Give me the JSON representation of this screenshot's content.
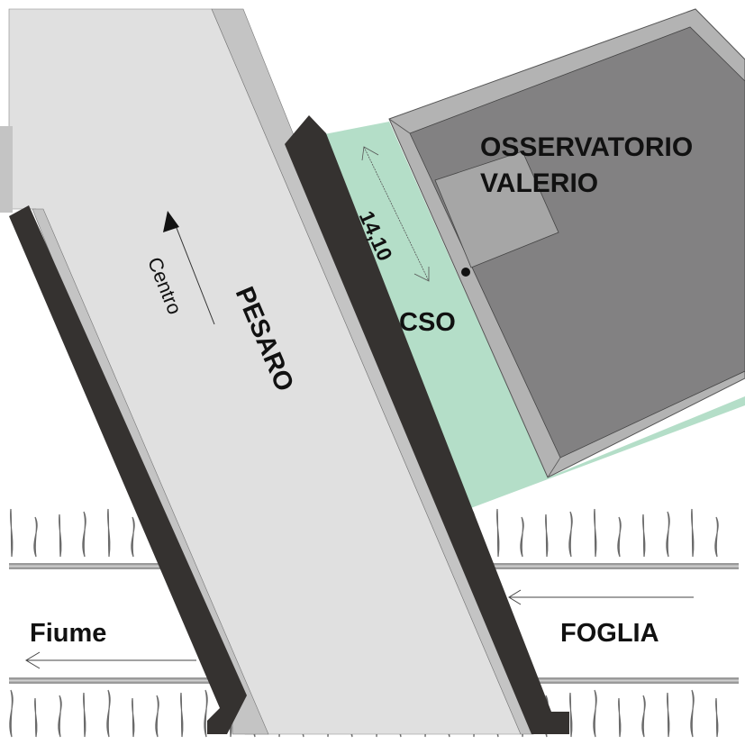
{
  "labels": {
    "building_line1": "OSSERVATORIO",
    "building_line2": "VALERIO",
    "cso": "CSO",
    "dimension": "14,10",
    "road": "PESARO",
    "direction": "Centro",
    "river_left": "Fiume",
    "river_right": "FOGLIA"
  },
  "colors": {
    "road": "#e0e0e0",
    "curb": "#c4c4c4",
    "wall": "#353230",
    "green_area": "#b4dec8",
    "building_roof": "#828182",
    "building_frame": "#b3b3b3",
    "building_inner": "#a6a6a6",
    "river_line": "#9a9a9a",
    "grass": "#7a7a7a"
  },
  "icons": {
    "direction_arrow": "arrow-up-left-icon",
    "flow_arrow": "arrow-left-icon",
    "point_marker": "dot-icon"
  }
}
